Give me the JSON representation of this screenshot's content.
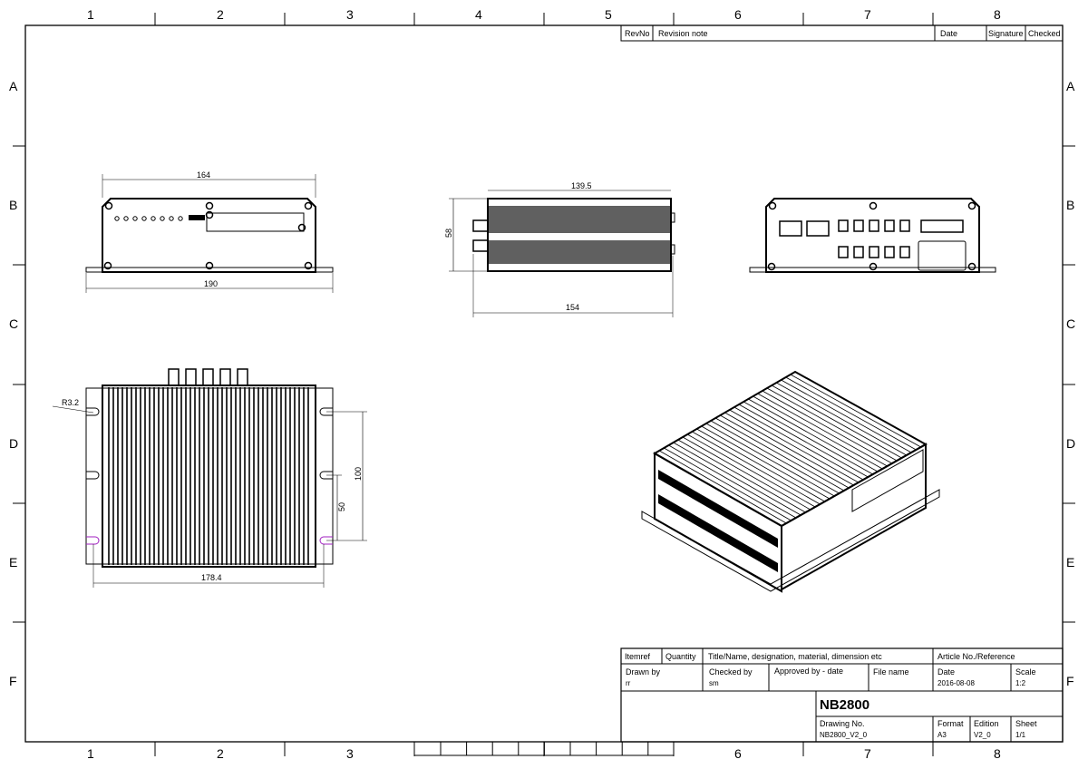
{
  "frame": {
    "columns": [
      "1",
      "2",
      "3",
      "4",
      "5",
      "6",
      "7",
      "8"
    ],
    "rows": [
      "A",
      "B",
      "C",
      "D",
      "E",
      "F"
    ]
  },
  "revision_table": {
    "headers": [
      "RevNo",
      "Revision note",
      "Date",
      "Signature",
      "Checked"
    ]
  },
  "dimensions": {
    "front_width_top": "164",
    "front_width_flange": "190",
    "side_length": "139.5",
    "side_height": "58",
    "side_overall": "154",
    "top_radius": "R3.2",
    "top_slot_spacing": "100",
    "top_slot_half": "50",
    "top_width": "178.4"
  },
  "title_block": {
    "itemref": "Itemref",
    "quantity": "Quantity",
    "title_header": "Title/Name, designation, material, dimension etc",
    "article": "Article No./Reference",
    "drawn_by_label": "Drawn by",
    "drawn_by": "rr",
    "checked_by_label": "Checked by",
    "checked_by": "sm",
    "approved_label": "Approved by - date",
    "file_name_label": "File name",
    "date_label": "Date",
    "date": "2016-08-08",
    "scale_label": "Scale",
    "scale": "1:2",
    "title": "NB2800",
    "drawing_no_label": "Drawing No.",
    "drawing_no": "NB2800_V2_0",
    "format_label": "Format",
    "format": "A3",
    "edition_label": "Edition",
    "edition": "V2_0",
    "sheet_label": "Sheet",
    "sheet": "1/1"
  }
}
